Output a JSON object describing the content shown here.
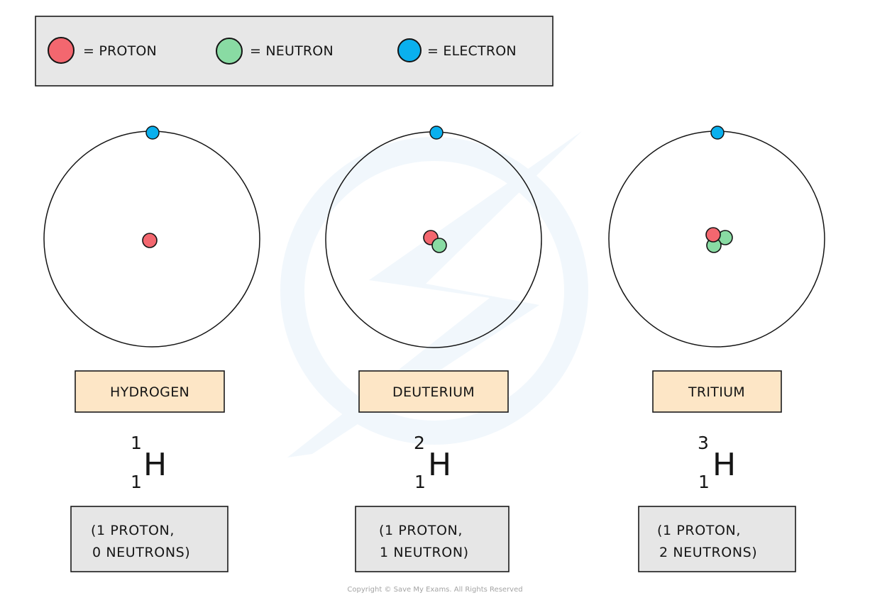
{
  "legend": {
    "items": [
      {
        "label": "= PROTON",
        "particle": "proton"
      },
      {
        "label": "= NEUTRON",
        "particle": "neutron"
      },
      {
        "label": "= ELECTRON",
        "particle": "electron"
      }
    ]
  },
  "colors": {
    "proton": "#F3676F",
    "neutron": "#89DBA3",
    "electron": "#0AB0EE",
    "orbit": "#141414",
    "name_box": "#FDE6C6",
    "info_box": "#E6E6E6",
    "legend_box": "#E7E7E7",
    "watermark": "#E6F1FA"
  },
  "isotopes": [
    {
      "name": "HYDROGEN",
      "symbol": "H",
      "mass_number": "1",
      "atomic_number": "1",
      "protons": 1,
      "neutrons": 0,
      "electrons": 1,
      "info_line1": "(1 PROTON,",
      "info_line2": "0 NEUTRONS)"
    },
    {
      "name": "DEUTERIUM",
      "symbol": "H",
      "mass_number": "2",
      "atomic_number": "1",
      "protons": 1,
      "neutrons": 1,
      "electrons": 1,
      "info_line1": "(1 PROTON,",
      "info_line2": "1 NEUTRON)"
    },
    {
      "name": "TRITIUM",
      "symbol": "H",
      "mass_number": "3",
      "atomic_number": "1",
      "protons": 1,
      "neutrons": 2,
      "electrons": 1,
      "info_line1": "(1 PROTON,",
      "info_line2": "2 NEUTRONS)"
    }
  ],
  "footer": {
    "copyright": "Copyright © Save My Exams. All Rights Reserved"
  },
  "watermark": {
    "logo": "Save My Exams lightning logo"
  }
}
